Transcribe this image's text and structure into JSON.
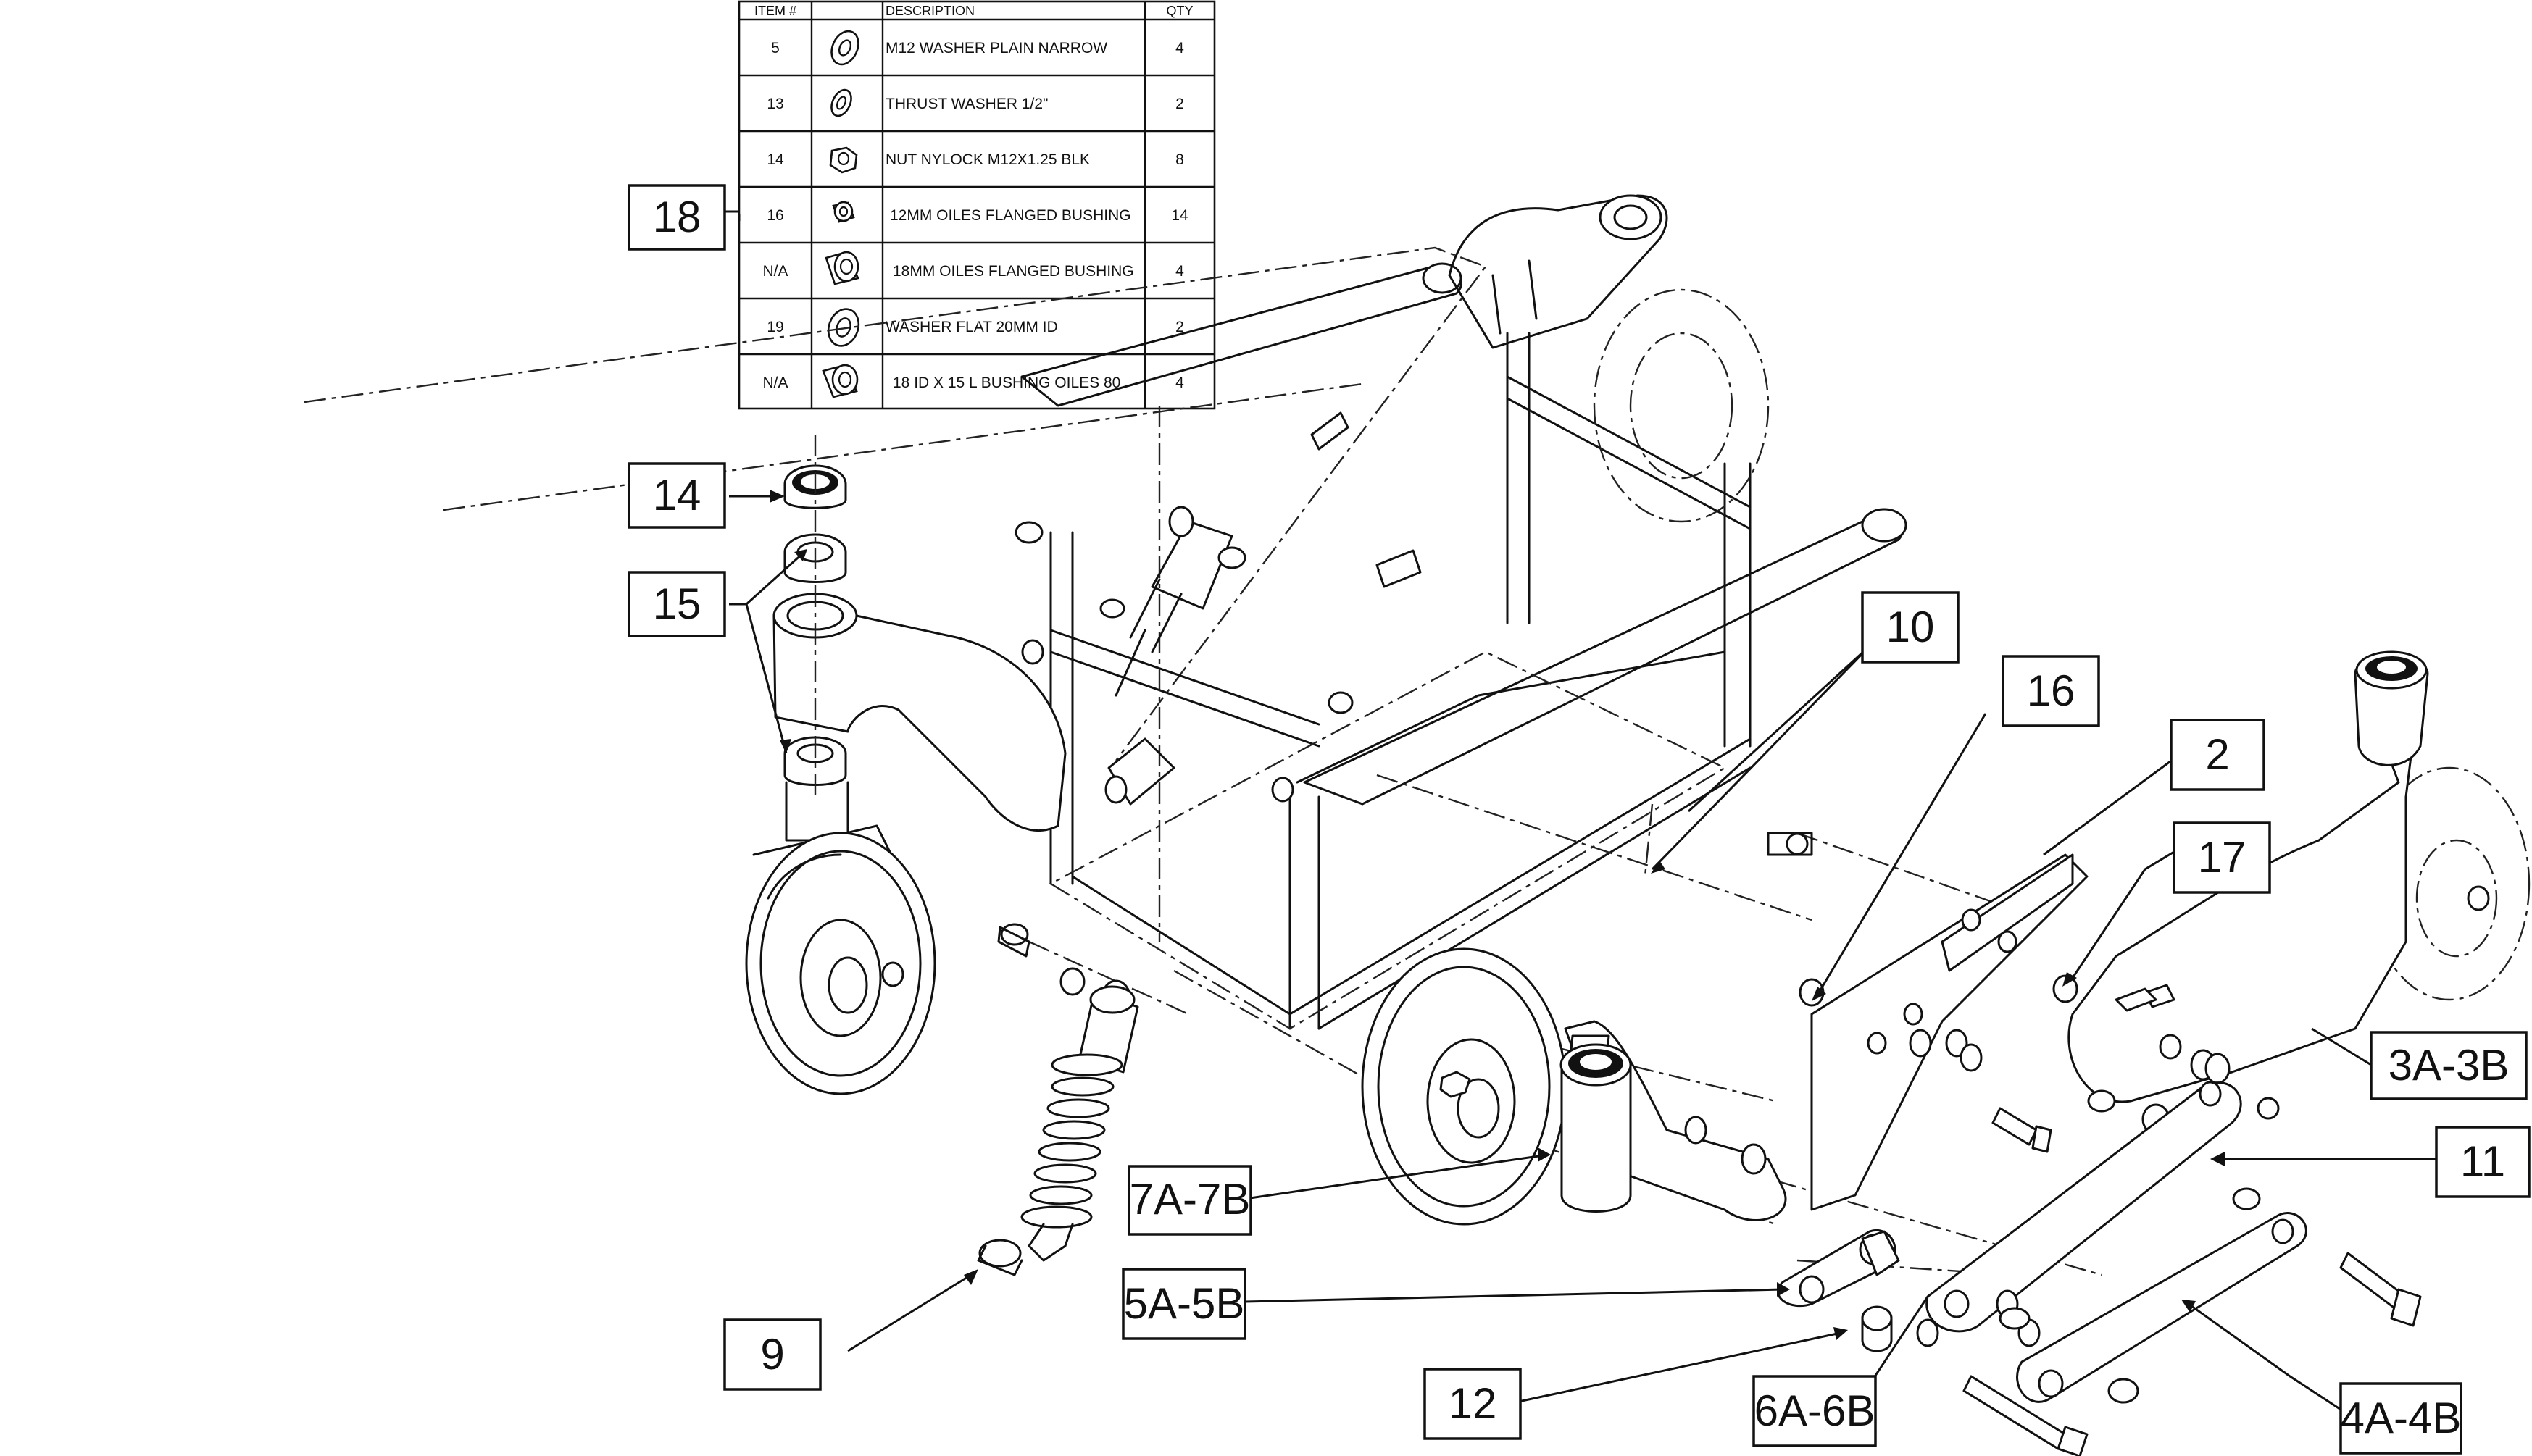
{
  "parts_table": {
    "headers": {
      "item": "ITEM #",
      "description": "DESCRIPTION",
      "qty": "QTY"
    },
    "rows": [
      {
        "item": "5",
        "icon": "washer-icon",
        "description": "M12 WASHER PLAIN NARROW",
        "qty": "4"
      },
      {
        "item": "13",
        "icon": "thrust-washer-icon",
        "description": "THRUST WASHER 1/2\"",
        "qty": "2"
      },
      {
        "item": "14",
        "icon": "nut-icon",
        "description": "NUT NYLOCK M12X1.25 BLK",
        "qty": "8"
      },
      {
        "item": "16",
        "icon": "bushing-icon",
        "description": "12MM OILES FLANGED BUSHING",
        "qty": "14"
      },
      {
        "item": "N/A",
        "icon": "bushing-icon",
        "description": "18MM OILES FLANGED BUSHING",
        "qty": "4"
      },
      {
        "item": "19",
        "icon": "washer-icon",
        "description": "WASHER FLAT 20MM ID",
        "qty": "2"
      },
      {
        "item": "N/A",
        "icon": "bushing-icon",
        "description": "18 ID X 15 L BUSHING OILES 80",
        "qty": "4"
      }
    ]
  },
  "callouts": {
    "c18": "18",
    "c14": "14",
    "c15": "15",
    "c10": "10",
    "c16": "16",
    "c2": "2",
    "c17": "17",
    "c3a3b": "3A-3B",
    "c11": "11",
    "c7a7b": "7A-7B",
    "c5a5b": "5A-5B",
    "c9": "9",
    "c12": "12",
    "c6a6b": "6A-6B",
    "c4a4b": "4A-4B"
  }
}
